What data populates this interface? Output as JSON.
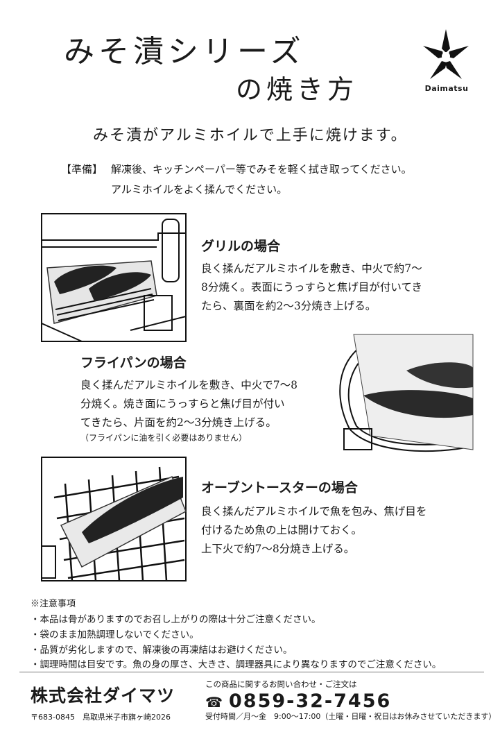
{
  "title": {
    "line1": "みそ漬シリーズ",
    "line2": "の焼き方"
  },
  "brand": {
    "logo_text": "Daimatsu",
    "logo_icon": "star-logo-icon"
  },
  "subtitle": "みそ漬がアルミホイルで上手に焼けます。",
  "preparation": {
    "label": "【準備】",
    "lines": [
      "解凍後、キッチンペーパー等でみそを軽く拭き取ってください。",
      "アルミホイルをよく揉んでください。"
    ]
  },
  "methods": {
    "grill": {
      "heading": "グリルの場合",
      "lines": [
        "良く揉んだアルミホイルを敷き、中火で約7～",
        "8分焼く。表面にうっすらと焦げ目が付いてき",
        "たら、裏面を約2～3分焼き上げる。"
      ]
    },
    "frypan": {
      "heading": "フライパンの場合",
      "lines": [
        "良く揉んだアルミホイルを敷き、中火で7～8",
        "分焼く。焼き面にうっすらと焦げ目が付い",
        "てきたら、片面を約2～3分焼き上げる。"
      ],
      "note": "（フライパンに油を引く必要はありません）"
    },
    "toaster": {
      "heading": "オーブントースターの場合",
      "lines": [
        "良く揉んだアルミホイルで魚を包み、焦げ目を",
        "付けるため魚の上は開けておく。",
        "上下火で約7～8分焼き上げる。"
      ]
    }
  },
  "notes": {
    "title": "※注意事項",
    "items": [
      "・本品は骨がありますのでお召し上がりの際は十分ご注意ください。",
      "・袋のまま加熱調理しないでください。",
      "・品質が劣化しますので、解凍後の再凍結はお避けください。",
      "・調理時間は目安です。魚の身の厚さ、大きさ、調理器具により異なりますのでご注意ください。"
    ]
  },
  "footer": {
    "company": "株式会社ダイマツ",
    "address": "〒683-0845　鳥取県米子市旗ヶ崎2026",
    "contact_label": "この商品に関するお問い合わせ・ご注文は",
    "phone_icon": "☎",
    "phone": "0859-32-7456",
    "hours": "受付時間／月～金　9:00～17:00（土曜・日曜・祝日はお休みさせていただきます）"
  }
}
